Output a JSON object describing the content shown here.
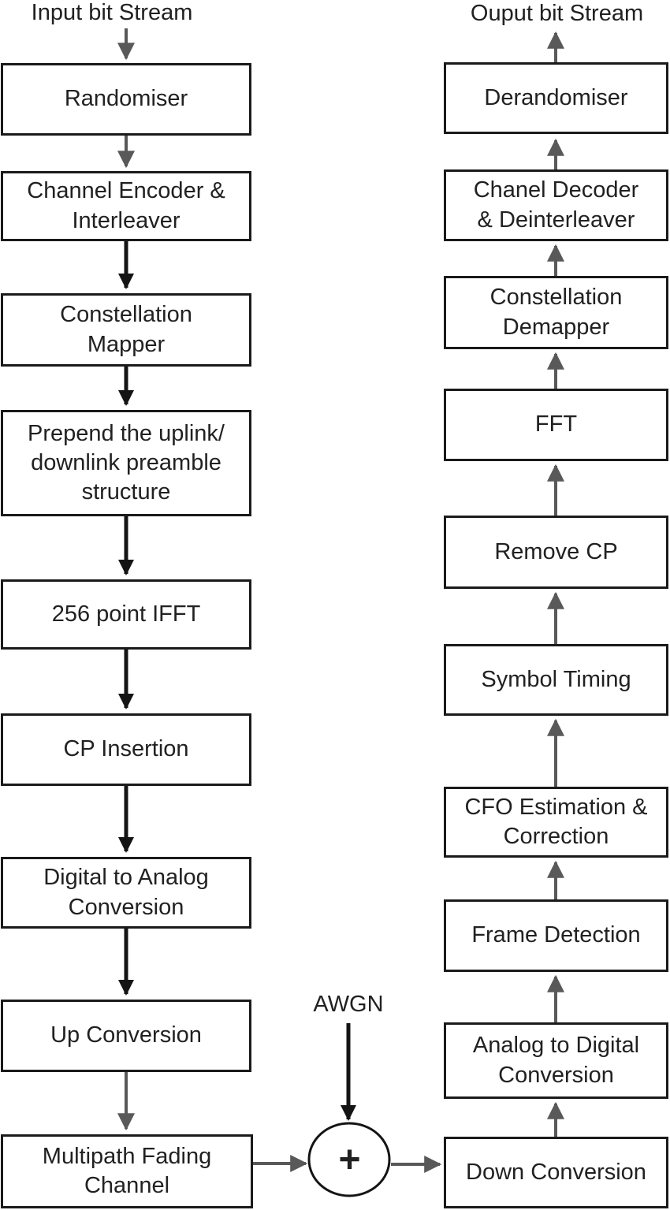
{
  "diagram": {
    "input_label": "Input bit Stream",
    "output_label": "Ouput bit Stream",
    "awgn_label": "AWGN",
    "adder_symbol": "+",
    "tx_chain": [
      {
        "label": "Randomiser"
      },
      {
        "label": "Channel Encoder &\nInterleaver"
      },
      {
        "label": "Constellation\nMapper"
      },
      {
        "label": "Prepend the uplink/\ndownlink preamble\nstructure"
      },
      {
        "label": "256 point IFFT"
      },
      {
        "label": "CP Insertion"
      },
      {
        "label": "Digital to Analog\nConversion"
      },
      {
        "label": "Up Conversion"
      },
      {
        "label": "Multipath Fading\nChannel"
      }
    ],
    "rx_chain": [
      {
        "label": "Derandomiser"
      },
      {
        "label": "Chanel Decoder\n& Deinterleaver"
      },
      {
        "label": "Constellation\nDemapper"
      },
      {
        "label": "FFT"
      },
      {
        "label": "Remove CP"
      },
      {
        "label": "Symbol Timing"
      },
      {
        "label": "CFO Estimation &\nCorrection"
      },
      {
        "label": "Frame Detection"
      },
      {
        "label": "Analog to Digital\nConversion"
      },
      {
        "label": "Down Conversion"
      }
    ]
  },
  "colors": {
    "background": "#ffffff",
    "ink": "#212121",
    "border": "#1a1a1a",
    "arrowGray": "#595959",
    "arrowBlack": "#141414"
  }
}
